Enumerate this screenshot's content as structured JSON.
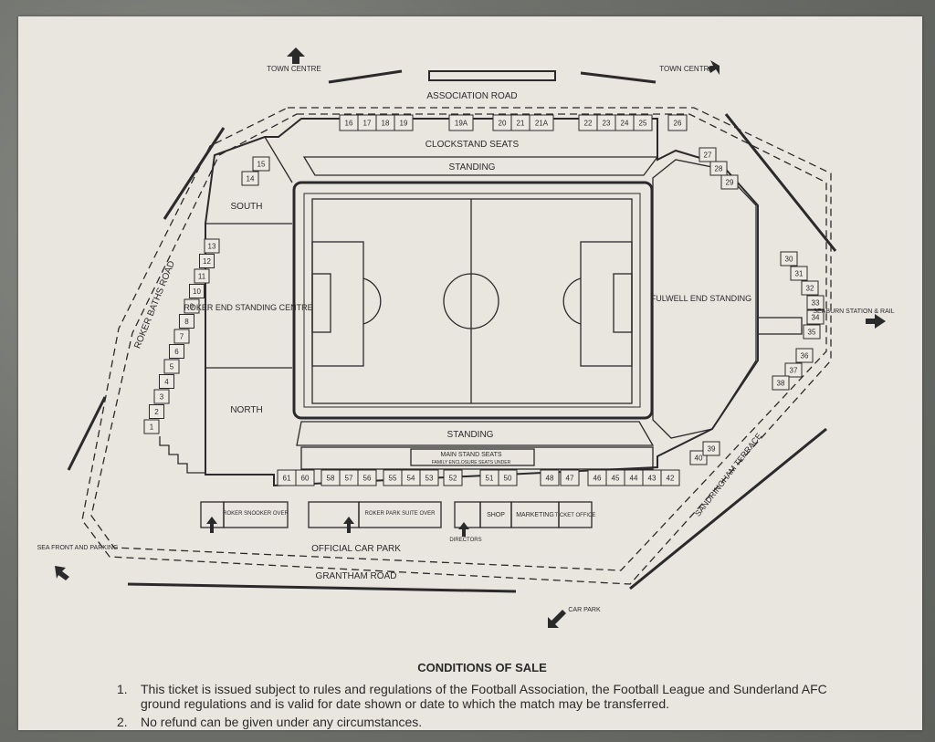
{
  "roads": {
    "association": "ASSOCIATION ROAD",
    "roker_baths": "ROKER BATHS ROAD",
    "grantham": "GRANTHAM ROAD",
    "sandringham": "SANDRINGHAM TERRACE"
  },
  "directions": {
    "town_centre_left": "TOWN CENTRE",
    "town_centre_right": "TOWN CENTRE",
    "seaburn": "SEABURN STATION & RAIL",
    "sea_front": "SEA FRONT AND PARKING",
    "car_park": "CAR PARK"
  },
  "areas": {
    "clockstand_seats": "CLOCKSTAND SEATS",
    "standing_top": "STANDING",
    "standing_bottom": "STANDING",
    "south": "SOUTH",
    "roker_end": "ROKER END STANDING CENTRE",
    "north": "NORTH",
    "fulwell_end": "FULWELL END STANDING",
    "main_stand": "MAIN STAND SEATS",
    "main_stand_sub": "FAMILY ENCLOSURE SEATS UNDER",
    "official_car_park": "OFFICIAL CAR PARK"
  },
  "buildings": {
    "snooker": "ROKER SNOOKER OVER",
    "suite": "ROKER PARK SUITE OVER",
    "directors": "DIRECTORS",
    "shop": "SHOP",
    "marketing": "MARKETING",
    "ticket_office": "TICKET OFFICE"
  },
  "gates": {
    "top": [
      "16",
      "17",
      "18",
      "19",
      "19A",
      "20",
      "21",
      "21A",
      "22",
      "23",
      "24",
      "25",
      "26"
    ],
    "south": [
      "15",
      "14"
    ],
    "west": [
      "13",
      "12",
      "11",
      "10",
      "9",
      "8",
      "7",
      "6",
      "5",
      "4",
      "3",
      "2",
      "1"
    ],
    "northeast": [
      "27",
      "28",
      "29"
    ],
    "east": [
      "30",
      "31",
      "32",
      "33",
      "34",
      "35",
      "36",
      "37",
      "38"
    ],
    "southeast": [
      "40",
      "39"
    ],
    "bottom": [
      "61",
      "60",
      "58",
      "57",
      "56",
      "55",
      "54",
      "53",
      "52",
      "51",
      "50",
      "48",
      "47",
      "46",
      "45",
      "44",
      "43",
      "42"
    ]
  },
  "conditions": {
    "title": "CONDITIONS OF SALE",
    "items": [
      {
        "num": "1.",
        "text": "This ticket is issued subject to rules and regulations of the Football Association, the Football League and Sunderland AFC ground regulations and is valid for date shown or date to which the match may be transferred."
      },
      {
        "num": "2.",
        "text": "No refund can be given under any circumstances."
      }
    ]
  },
  "colors": {
    "ink": "#2a2a2a",
    "paper": "#e9e6e0",
    "stone": "#6f716c"
  }
}
